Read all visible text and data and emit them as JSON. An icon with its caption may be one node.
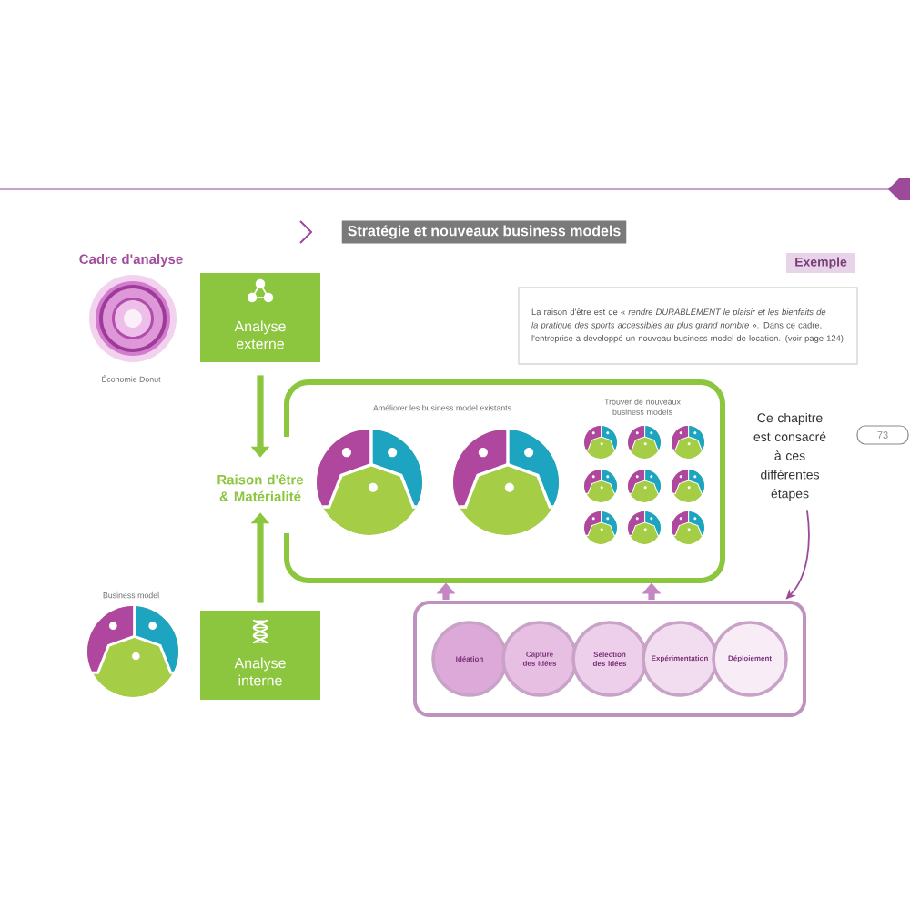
{
  "diagram": {
    "title": "Stratégie et nouveaux business models",
    "nodes": [
      {
        "text": [
          "Exemple",
          "La raison d'être est de « *rendre DURABLEMENT le plaisir et les bienfaits de la pratique des sports accessibles au plus grand nombre* ». Dans ce cadre, l'entreprise a développé un nouveau business model de location. (voir page 124)"
        ]
      },
      {
        "text": [
          "Analyse externe"
        ]
      },
      {
        "text": [
          "Améliorer les business model existants",
          "Trouver de nouveaux business models"
        ]
      },
      {
        "text": [
          "Raison d'être & Matérialité"
        ]
      },
      {
        "text": [
          "Ce chapitre est consacré à ces différentes étapes"
        ]
      },
      {
        "text": [
          "Analyse interne"
        ]
      },
      {
        "text": [],
        "shape": "box"
      },
      {
        "text": [
          "Idéation"
        ],
        "in": 6
      },
      {
        "text": [
          "Capture des idées"
        ],
        "in": 6
      },
      {
        "text": [
          "Sélection des idées"
        ],
        "in": 6
      },
      {
        "text": [
          "Expérimentation"
        ],
        "in": 6
      },
      {
        "text": [
          "Déploiement"
        ],
        "in": 6
      }
    ],
    "edges": [
      {
        "from": 1,
        "to": 3,
        "arrow": "to",
        "color": "#8cc63f"
      },
      {
        "from": 5,
        "to": 3,
        "arrow": "to",
        "color": "#8cc63f"
      },
      {
        "from": 6,
        "to": 2,
        "arrow": "to",
        "color": "#c387c1"
      },
      {
        "from": 6,
        "to": 2,
        "arrow": "to",
        "color": "#c387c1"
      },
      {
        "from": 4,
        "to": 6,
        "arrow": "to",
        "color": "#9c4a99"
      }
    ],
    "labels": [
      "Cadre d'analyse",
      "Économie Donut",
      "73",
      "Business model"
    ]
  }
}
